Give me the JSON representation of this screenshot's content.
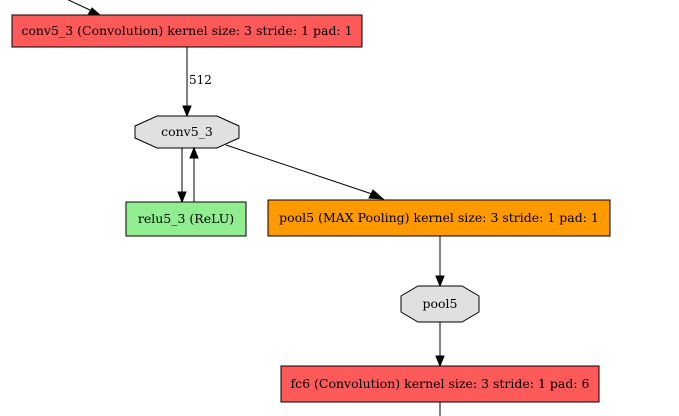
{
  "nodes": {
    "conv5_3_layer": {
      "label": "conv5_3 (Convolution) kernel size: 3 stride: 1 pad: 1",
      "color": "#ff5a5a"
    },
    "conv5_3_blob": {
      "label": "conv5_3",
      "color": "#e0e0e0"
    },
    "relu5_3": {
      "label": "relu5_3 (ReLU)",
      "color": "#90ee90"
    },
    "pool5_layer": {
      "label": "pool5 (MAX Pooling) kernel size: 3 stride: 1 pad: 1",
      "color": "#ff9900"
    },
    "pool5_blob": {
      "label": "pool5",
      "color": "#e0e0e0"
    },
    "fc6_layer": {
      "label": "fc6 (Convolution) kernel size: 3 stride: 1 pad: 6",
      "color": "#ff5a5a"
    }
  },
  "edges": {
    "conv5_3_to_blob": {
      "label": "512"
    }
  }
}
